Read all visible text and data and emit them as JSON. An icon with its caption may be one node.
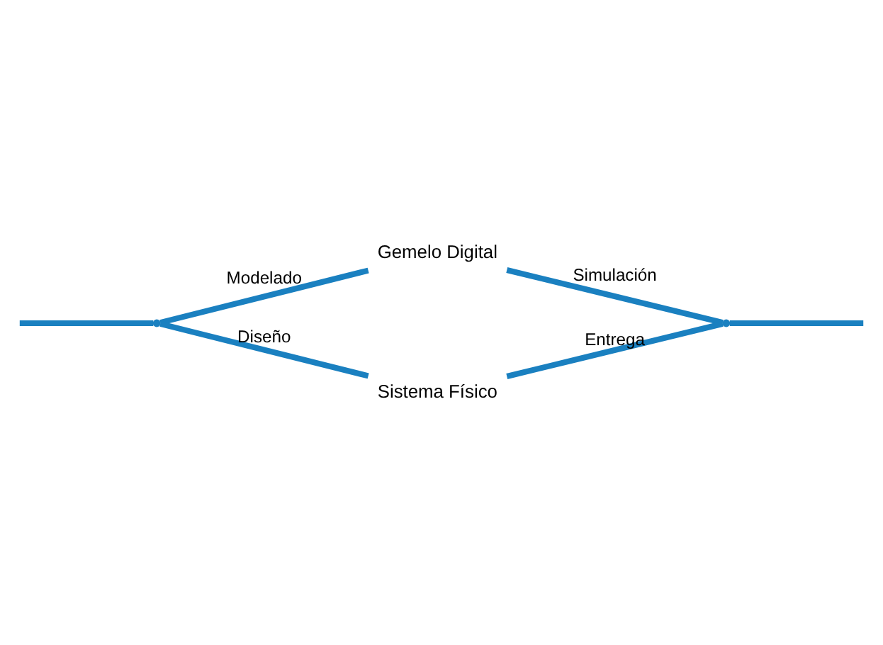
{
  "diagram": {
    "nodes": [
      {
        "text": [
          "Gemelo Digital"
        ]
      },
      {
        "text": [],
        "shape": "point"
      },
      {
        "text": [],
        "shape": "point"
      },
      {
        "text": [
          "Sistema Físico"
        ]
      }
    ],
    "edges": [
      {
        "from": null,
        "to": 1,
        "arrow": "none"
      },
      {
        "from": 1,
        "to": 0,
        "label": "Modelado",
        "arrow": "none"
      },
      {
        "from": 0,
        "to": 2,
        "label": "Simulación",
        "arrow": "none"
      },
      {
        "from": 1,
        "to": 3,
        "label": "Diseño",
        "arrow": "none"
      },
      {
        "from": 3,
        "to": 2,
        "label": "Entrega",
        "arrow": "none"
      },
      {
        "from": 2,
        "to": null,
        "arrow": "none"
      }
    ]
  }
}
